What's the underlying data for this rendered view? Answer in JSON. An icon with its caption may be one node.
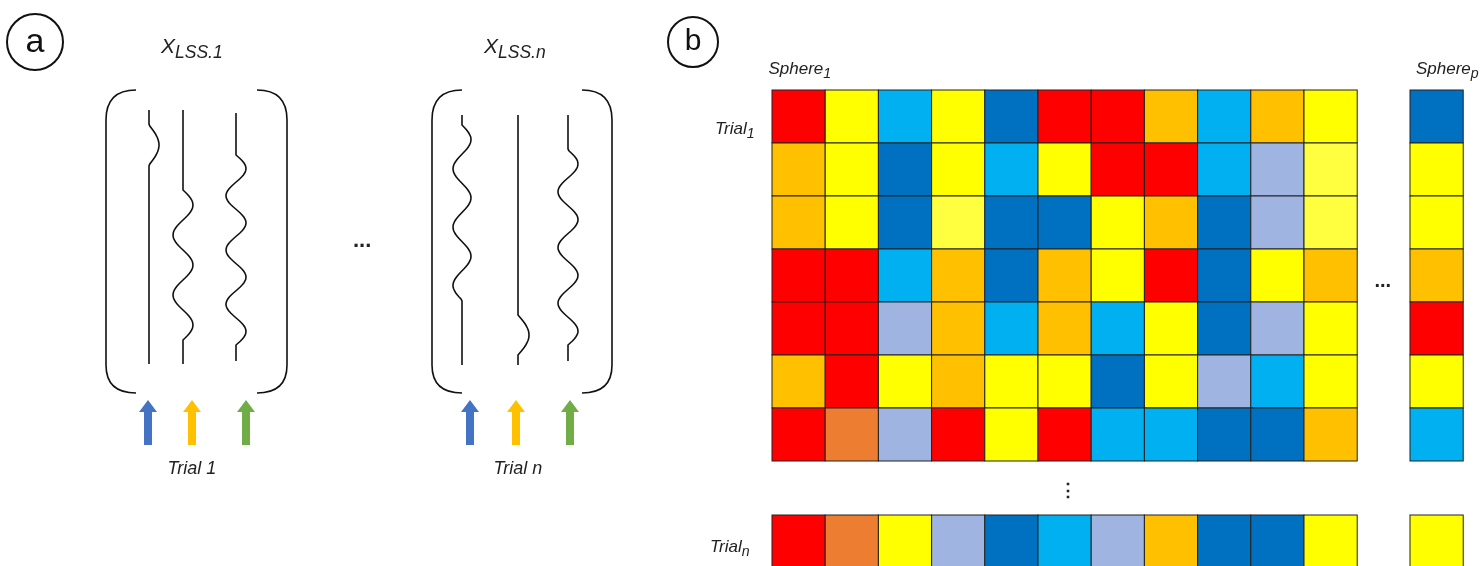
{
  "diagram": {
    "labels": [
      "a",
      "X$_{LSS.1}$",
      "X$_{LSS.n}$",
      "b",
      "Sphere$_{1}$",
      "Sphere$_{p}$",
      "Trial$_{1}$",
      "...",
      "...",
      "Trial 1",
      "Trial n",
      "⋮",
      "Trial$_{n}$"
    ]
  }
}
